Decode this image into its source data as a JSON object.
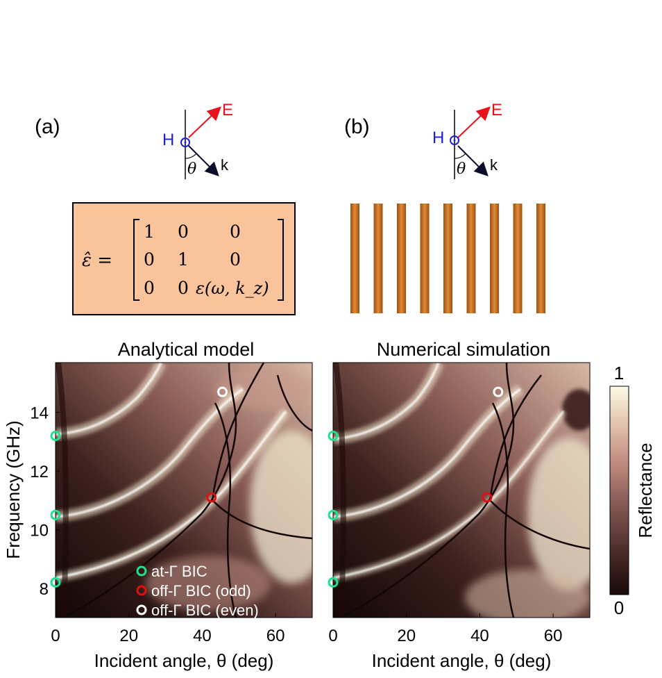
{
  "panels": {
    "a_label": "(a)",
    "b_label": "(b)"
  },
  "diagram": {
    "e_label": "E",
    "h_label": "H",
    "k_label": "k",
    "theta_label": "θ",
    "e_color": "#e8101a",
    "h_color": "#1a1fd6",
    "k_color": "#0b0c2a"
  },
  "matrix_box": {
    "lhs": "ε̂ =",
    "rows": [
      [
        "1",
        "0",
        "0"
      ],
      [
        "0",
        "1",
        "0"
      ],
      [
        "0",
        "0",
        "ε(ω, k_z)"
      ]
    ],
    "fill": "#f9c39b"
  },
  "wires": {
    "count": 9,
    "color": "#c46a1c"
  },
  "chart_data": [
    {
      "type": "heatmap",
      "title": "Analytical model",
      "xlabel": "Incident angle, θ (deg)",
      "ylabel": "Frequency (GHz)",
      "xlim": [
        0,
        70
      ],
      "ylim": [
        7,
        15.7
      ],
      "xticks": [
        "0",
        "20",
        "40",
        "60"
      ],
      "yticks": [
        "8",
        "10",
        "12",
        "14"
      ],
      "markers": [
        {
          "kind": "at-Γ BIC",
          "x": 0,
          "y": 8.2
        },
        {
          "kind": "at-Γ BIC",
          "x": 0,
          "y": 10.5
        },
        {
          "kind": "at-Γ BIC",
          "x": 0,
          "y": 13.2
        },
        {
          "kind": "off-Γ BIC (odd)",
          "x": 42.5,
          "y": 11.1
        },
        {
          "kind": "off-Γ BIC (even)",
          "x": 45.5,
          "y": 14.7
        }
      ]
    },
    {
      "type": "heatmap",
      "title": "Numerical simulation",
      "xlabel": "Incident angle, θ (deg)",
      "ylabel": "",
      "xlim": [
        0,
        70
      ],
      "ylim": [
        7,
        15.7
      ],
      "xticks": [
        "0",
        "20",
        "40",
        "60"
      ],
      "yticks": [],
      "markers": [
        {
          "kind": "at-Γ BIC",
          "x": 0,
          "y": 8.2
        },
        {
          "kind": "at-Γ BIC",
          "x": 0,
          "y": 10.5
        },
        {
          "kind": "at-Γ BIC",
          "x": 0,
          "y": 13.2
        },
        {
          "kind": "off-Γ BIC (odd)",
          "x": 42,
          "y": 11.1
        },
        {
          "kind": "off-Γ BIC (even)",
          "x": 45,
          "y": 14.7
        }
      ]
    }
  ],
  "legend": {
    "entries": [
      {
        "label": "at-Γ BIC",
        "color": "#22e08c"
      },
      {
        "label": "off-Γ BIC (odd)",
        "color": "#e01010"
      },
      {
        "label": "off-Γ BIC (even)",
        "color": "#ffffff"
      }
    ]
  },
  "colorbar": {
    "label": "Reflectance",
    "max_label": "1",
    "min_label": "0",
    "range": [
      0,
      1
    ],
    "colors": [
      "#170908",
      "#4a2b28",
      "#8a5c57",
      "#c58f84",
      "#e7cdb6",
      "#fbfbe7"
    ]
  }
}
